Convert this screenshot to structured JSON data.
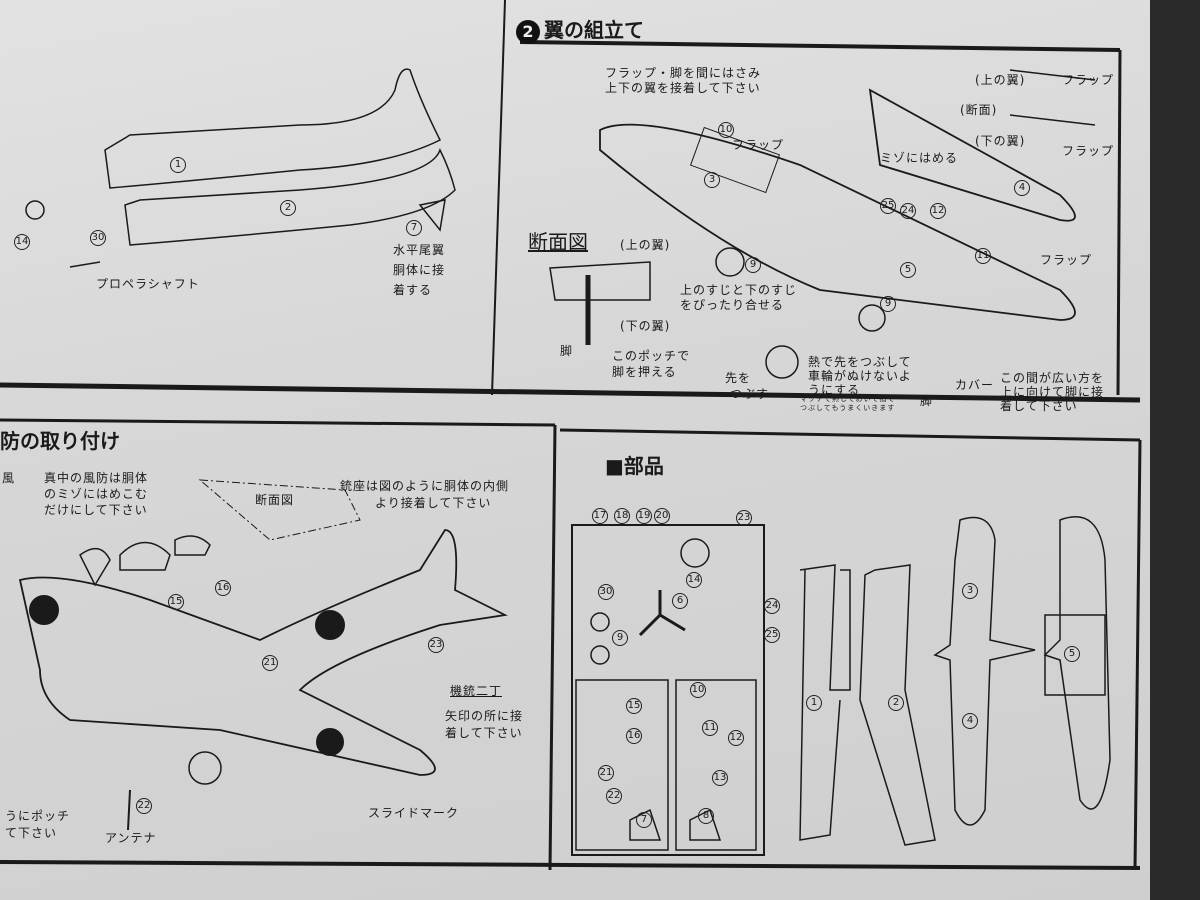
{
  "panel1": {
    "labels": {
      "propeller_shaft": "プロペラシャフト",
      "tailplane_line1": "水平尾翼",
      "tailplane_line2": "胴体に接",
      "tailplane_line3": "着する"
    },
    "parts": [
      "1",
      "2",
      "7",
      "14",
      "30"
    ]
  },
  "panel2": {
    "step_number": "2",
    "title": "翼の組立て",
    "note1_line1": "フラップ・脚を間にはさみ",
    "note1_line2": "上下の翼を接着して下さい",
    "flap": "フラップ",
    "upper_wing": "(上の翼)",
    "section": "(断面)",
    "lower_wing": "(下の翼)",
    "groove": "ミゾにはめる",
    "section_view": "断面図",
    "align_line1": "上のすじと下のすじ",
    "align_line2": "をぴったり合せる",
    "leg": "脚",
    "bump_line1": "このポッチで",
    "bump_line2": "脚を押える",
    "crush_line1": "先を",
    "crush_line2": "つぶす",
    "heat_line1": "熱で先をつぶして",
    "heat_line2": "車輪がぬけないよ",
    "heat_line3": "うにする",
    "match_line1": "マッチで熱しておいて指で",
    "match_line2": "つぶしてもうまくいきます",
    "cover": "カバー",
    "wide_line1": "この間が広い方を",
    "wide_line2": "上に向けて脚に接",
    "wide_line3": "着して下さい",
    "parts": [
      "10",
      "3",
      "4",
      "25",
      "24",
      "12",
      "11",
      "5",
      "9",
      "9"
    ]
  },
  "panel3": {
    "title": "防の取り付け",
    "left_note_line1": "風",
    "canopy_line1": "真中の風防は胴体",
    "canopy_line2": "のミゾにはめこむ",
    "canopy_line3": "だけにして下さい",
    "section_view": "断面図",
    "gun_line1": "銃座は図のように胴体の内側",
    "gun_line2": "より接着して下さい",
    "mg_title": "機銃二丁",
    "mg_line1": "矢印の所に接",
    "mg_line2": "着して下さい",
    "decal": "スライドマーク",
    "antenna": "アンテナ",
    "bump_line1": "うにポッチ",
    "bump_line2": "て下さい",
    "parts": [
      "15",
      "16",
      "21",
      "23",
      "22"
    ]
  },
  "panel4": {
    "title": "■部品",
    "sprue_parts": [
      "17",
      "18",
      "19",
      "20",
      "23",
      "14",
      "30",
      "6",
      "24",
      "25",
      "9",
      "15",
      "16",
      "10",
      "11",
      "12",
      "13",
      "21",
      "22",
      "7",
      "8"
    ],
    "large_parts": [
      "1",
      "2",
      "3",
      "4",
      "5"
    ]
  },
  "colors": {
    "paper": "#d9d9d9",
    "ink": "#1a1a1a",
    "background": "#2a2a2a"
  }
}
